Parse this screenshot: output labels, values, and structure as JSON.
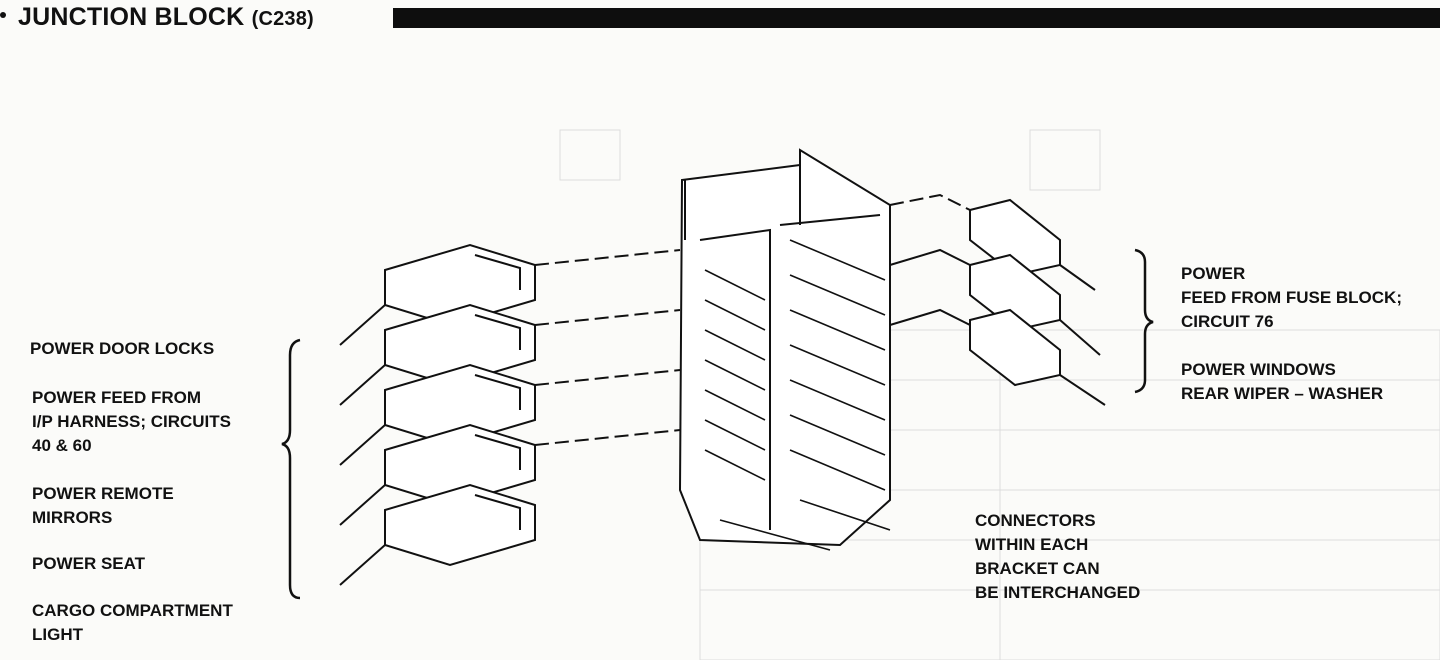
{
  "header": {
    "title": "JUNCTION BLOCK",
    "code": "(C238)"
  },
  "left_labels": [
    {
      "lines": [
        "POWER DOOR LOCKS"
      ]
    },
    {
      "lines": [
        "POWER FEED FROM",
        "I/P HARNESS; CIRCUITS",
        "40 & 60"
      ]
    },
    {
      "lines": [
        "POWER REMOTE",
        "MIRRORS"
      ]
    },
    {
      "lines": [
        "POWER SEAT"
      ]
    },
    {
      "lines": [
        "CARGO COMPARTMENT",
        "LIGHT"
      ]
    }
  ],
  "right_labels": [
    {
      "lines": [
        "POWER",
        "FEED FROM FUSE BLOCK;",
        "CIRCUIT 76"
      ]
    },
    {
      "lines": [
        "POWER WINDOWS",
        "REAR WIPER – WASHER"
      ]
    }
  ],
  "note": {
    "lines": [
      "CONNECTORS",
      "WITHIN EACH",
      "BRACKET CAN",
      "BE INTERCHANGED"
    ]
  }
}
